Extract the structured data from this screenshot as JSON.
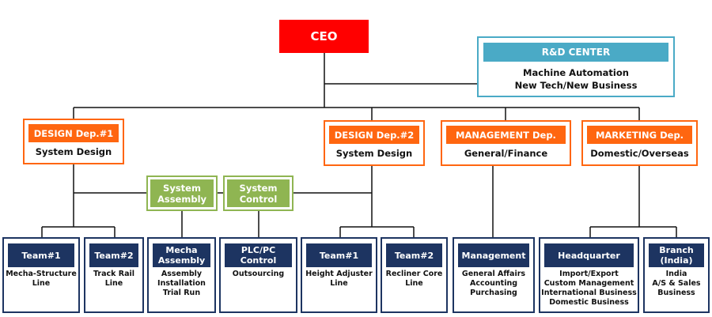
{
  "ceo": {
    "label": "CEO",
    "color": "#ff0000"
  },
  "rnd_center": {
    "title": "R&D CENTER",
    "lines": [
      "Machine  Automation",
      "New Tech/New  Business"
    ],
    "color": "#4aaac6"
  },
  "departments": [
    {
      "title": "DESIGN  Dep.#1",
      "subtitle": "System  Design"
    },
    {
      "title": "DESIGN  Dep.#2",
      "subtitle": "System  Design"
    },
    {
      "title": "MANAGEMENT  Dep.",
      "subtitle": "General/Finance"
    },
    {
      "title": "MARKETING  Dep.",
      "subtitle": "Domestic/Overseas"
    }
  ],
  "shared_units": [
    {
      "lines": [
        "System",
        "Assembly"
      ]
    },
    {
      "lines": [
        "System",
        "Control"
      ]
    }
  ],
  "teams": [
    {
      "title": [
        "Team#1"
      ],
      "lines": [
        "Mecha-Structure",
        "Line"
      ]
    },
    {
      "title": [
        "Team#2"
      ],
      "lines": [
        "Track  Rail",
        "Line"
      ]
    },
    {
      "title": [
        "Mecha",
        "Assembly"
      ],
      "lines": [
        "Assembly",
        "Installation",
        "Trial Run"
      ]
    },
    {
      "title": [
        "PLC/PC",
        "Control"
      ],
      "lines": [
        "Outsourcing"
      ]
    },
    {
      "title": [
        "Team#1"
      ],
      "lines": [
        "Height  Adjuster",
        "Line"
      ]
    },
    {
      "title": [
        "Team#2"
      ],
      "lines": [
        "Recliner  Core",
        "Line"
      ]
    },
    {
      "title": [
        "Management"
      ],
      "lines": [
        "General  Affairs",
        "Accounting",
        "Purchasing"
      ]
    },
    {
      "title": [
        "Headquarter"
      ],
      "lines": [
        "Import/Export",
        "Custom  Management",
        "International  Business",
        "Domestic  Business"
      ]
    },
    {
      "title": [
        "Branch",
        "(India)"
      ],
      "lines": [
        "India",
        "A/S & Sales",
        "Business"
      ]
    }
  ],
  "colors": {
    "department": "#ff6610",
    "shared_unit": "#8fb552",
    "team": "#1d3461",
    "connector": "#111111"
  }
}
